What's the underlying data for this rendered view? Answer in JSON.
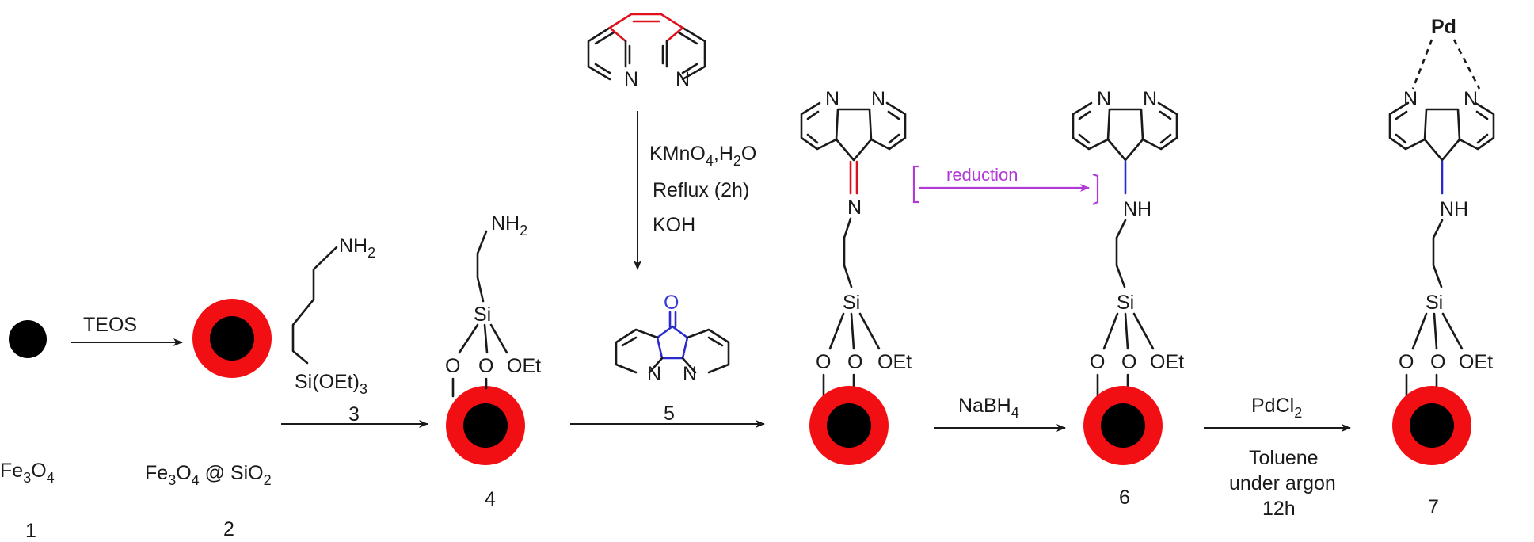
{
  "compounds": {
    "c1": {
      "formula": "Fe3O4",
      "number": "1"
    },
    "c2": {
      "formula": "Fe3O4 @ SiO2",
      "number": "2"
    },
    "c3": {
      "reagent": "Si(OEt)3",
      "amine": "NH2",
      "number": "3"
    },
    "c4": {
      "number": "4"
    },
    "c5": {
      "number": "5"
    },
    "c6": {
      "number": "6"
    },
    "c7": {
      "number": "7"
    }
  },
  "atoms": {
    "nitrogen": "N",
    "oxygen": "O",
    "silicon": "Si",
    "ethoxy": "OEt",
    "amine": "NH2",
    "imine_n": "N",
    "secondary_amine": "NH",
    "palladium": "Pd"
  },
  "reagents": {
    "teos": "TEOS",
    "oxidation_1": "KMnO4,H2O",
    "oxidation_2": "Reflux (2h)",
    "oxidation_3": "KOH",
    "reduction_agent": "NaBH4",
    "reduction_note": "reduction",
    "pd_source": "PdCl2",
    "pd_cond_1": "Toluene",
    "pd_cond_2": "under argon",
    "pd_cond_3": "12h"
  },
  "colors": {
    "core": "#000000",
    "shell": "#f20f14",
    "highlight_red": "#e0111a",
    "highlight_blue": "#2a2ad0",
    "reduction_purple": "#b13ad8"
  }
}
